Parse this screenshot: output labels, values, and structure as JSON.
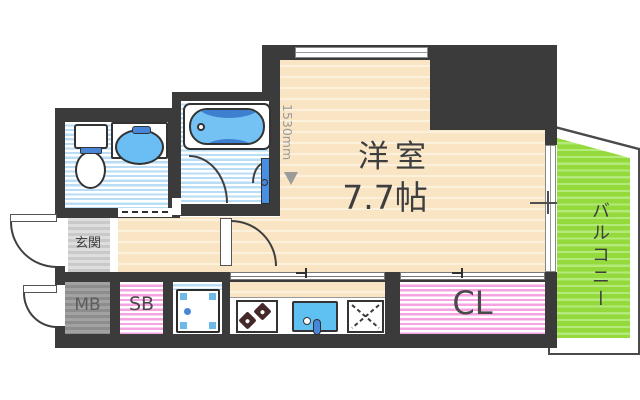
{
  "rooms": {
    "main": {
      "name": "洋室",
      "size": "7.7帖"
    },
    "balcony": {
      "name": "バルコニー"
    },
    "entrance": {
      "name": "玄関"
    },
    "closet": {
      "name": "CL"
    },
    "meter_box": {
      "name": "MB"
    },
    "shoe_box": {
      "name": "SB"
    }
  },
  "dimension": {
    "value": "1530mm",
    "arrow": "▼"
  },
  "fixtures": [
    "bathtub-icon",
    "toilet-icon",
    "washbasin-icon",
    "stove-burners-icon",
    "kitchen-sink-icon",
    "washing-machine-pan-icon",
    "refrigerator-space-icon",
    "door-swing-arc",
    "sliding-door",
    "window"
  ],
  "colors": {
    "wall": "#3b3b3b",
    "floor_cream": "#f9e4c3",
    "wet_area_blue": "#b9ddf6",
    "fixture_blue": "#6bbef3",
    "accent_blue": "#4a86d8",
    "balcony_green": "#95da3c",
    "closet_pink": "#f6a3e2",
    "meter_box_gray": "#9a9a9a",
    "entrance_gray": "#d5d5d5",
    "burner_brown": "#45282a",
    "label_dark": "#3e3e3e",
    "dimension_gray": "#9b9b9b"
  }
}
